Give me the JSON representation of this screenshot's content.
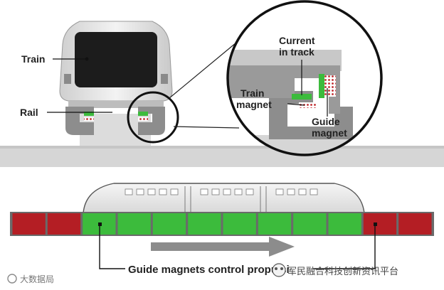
{
  "labels": {
    "train": "Train",
    "rail": "Rail",
    "current_line1": "Current",
    "current_line2": "in track",
    "train_magnet_line1": "Train",
    "train_magnet_line2": "magnet",
    "guide_magnet_line1": "Guide",
    "guide_magnet_line2": "magnet",
    "bottom_caption": "Guide magnets control propulsi"
  },
  "watermarks": {
    "left": "大数据局",
    "right": "军民融合科技创新资讯平台"
  },
  "colors": {
    "track_active": "#3cbb3c",
    "track_inactive": "#b41e24",
    "train_body": "#e8e8e8",
    "rail_gray": "#8d8d8d",
    "ground": "#d3d3d3",
    "arrow": "#8c8c8c"
  },
  "icons": {
    "direction_arrow": "arrow-right-icon"
  }
}
